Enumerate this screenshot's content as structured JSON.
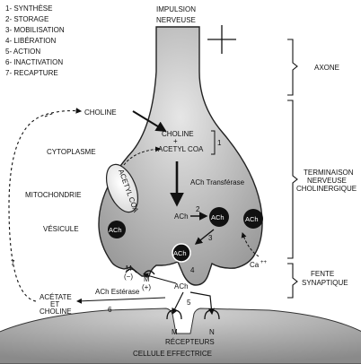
{
  "legend": [
    "1- SYNTHÈSE",
    "2- STORAGE",
    "3- MOBILISATION",
    "4- LIBÉRATION",
    "5- ACTION",
    "6- INACTIVATION",
    "7- RECAPTURE"
  ],
  "title": {
    "line1": "IMPULSION",
    "line2": "NERVEUSE"
  },
  "zones": {
    "axone": "AXONE",
    "terminaison": [
      "TERMINAISON",
      "NERVEUSE",
      "CHOLINERGIQUE"
    ],
    "fente": [
      "FENTE",
      "SYNAPTIQUE"
    ]
  },
  "labels": {
    "choline_outside": "CHOLINE",
    "choline_inside": "CHOLINE",
    "plus": "+",
    "acetyl_coa": "ACETYL COA",
    "cytoplasme": "CYTOPLASME",
    "mitochondrie": "MITOCHONDRIE",
    "acetyl_coa_vertical": "ACETYL COA",
    "ach_transferase": "ACh Transférase",
    "vesicule": "VÉSICULE",
    "ach_free": "ACh",
    "ach_vesicle": "ACh",
    "calcium": "Ca",
    "calcium_sup": "++",
    "m_minus": [
      "M",
      "(−)"
    ],
    "m_plus": [
      "M",
      "(+)"
    ],
    "ach_cleft": "ACh",
    "ach_esterase": "ACh Estérase",
    "acetate_choline": [
      "ACÉTATE",
      "ET",
      "CHOLINE"
    ],
    "receptor_m": "M",
    "receptor_n": "N",
    "recepteurs": "RÉCEPTEURS",
    "cellule_effectrice": "CELLULE EFFECTRICE"
  },
  "step_numbers": {
    "s1": "1",
    "s2": "2",
    "s3": "3",
    "s4": "4",
    "s5": "5",
    "s6": "6",
    "s7": "7"
  }
}
